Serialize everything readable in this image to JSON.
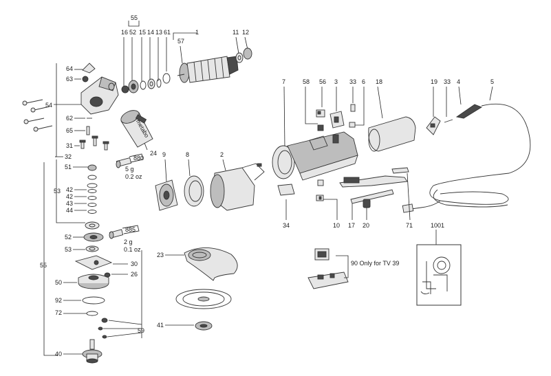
{
  "labels": {
    "p1": "1",
    "p2": "2",
    "p3": "3",
    "p4": "4",
    "p5": "5",
    "p6": "6",
    "p7": "7",
    "p8": "8",
    "p9": "9",
    "p10": "10",
    "p11": "11",
    "p12": "12",
    "p13": "13",
    "p14": "14",
    "p15": "15",
    "p16": "16",
    "p17": "17",
    "p18": "18",
    "p19": "19",
    "p20": "20",
    "p23": "23",
    "p24": "24",
    "p26": "26",
    "p30": "30",
    "p31": "31",
    "p32": "32",
    "p33a": "33",
    "p33b": "33",
    "p34": "34",
    "p40": "40",
    "p41": "41",
    "p42a": "42",
    "p42b": "42",
    "p43": "43",
    "p44": "44",
    "p50": "50",
    "p51": "51",
    "p52a": "52",
    "p52b": "52",
    "p53a": "53",
    "p53b": "53",
    "p54": "54",
    "p55a": "55",
    "p55b": "55",
    "p56": "56",
    "p57": "57",
    "p58": "58",
    "p59": "59",
    "p61": "61",
    "p62": "62",
    "p63": "63",
    "p64": "64",
    "p65": "65",
    "p71": "71",
    "p72": "72",
    "p92": "92",
    "p1001": "1001"
  },
  "grease_1": {
    "code": "880",
    "amount": "5 g",
    "amount_oz": "0.2 oz"
  },
  "grease_2": {
    "code": "885",
    "amount": "2 g",
    "amount_oz": "0.1 oz"
  },
  "note_90": "90 Only for TV 39",
  "brand_mark": "metabo",
  "colors": {
    "line": "#222222",
    "part_fill": "#e6e6e6",
    "dark_fill": "#4a4a4a"
  }
}
